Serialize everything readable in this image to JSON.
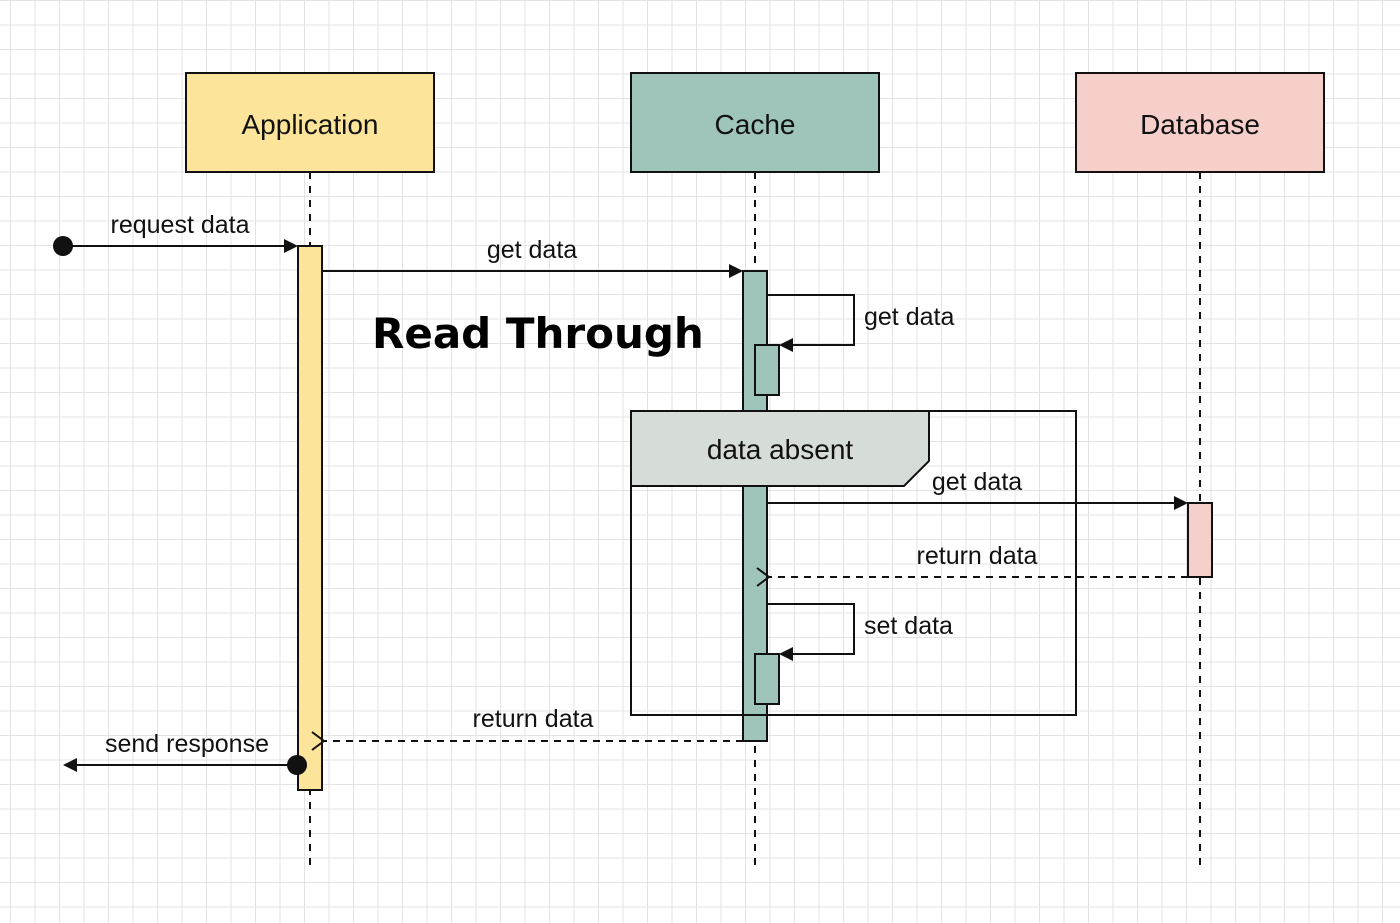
{
  "title": "Read Through",
  "actors": {
    "application": {
      "label": "Application",
      "color": "#fce59a"
    },
    "cache": {
      "label": "Cache",
      "color": "#9fc4b9"
    },
    "database": {
      "label": "Database",
      "color": "#f6cfcb"
    }
  },
  "fragment": {
    "label": "data absent",
    "color": "#d6ddd8"
  },
  "messages": {
    "request": "request data",
    "app_get": "get data",
    "cache_self_get": "get data",
    "db_get": "get data",
    "db_return": "return data",
    "cache_set": "set data",
    "cache_return": "return data",
    "response": "send response"
  },
  "colors": {
    "line": "#111111",
    "activation_app": "#fce59a",
    "activation_cache": "#9fc4b9",
    "activation_db": "#f6cfcb"
  }
}
